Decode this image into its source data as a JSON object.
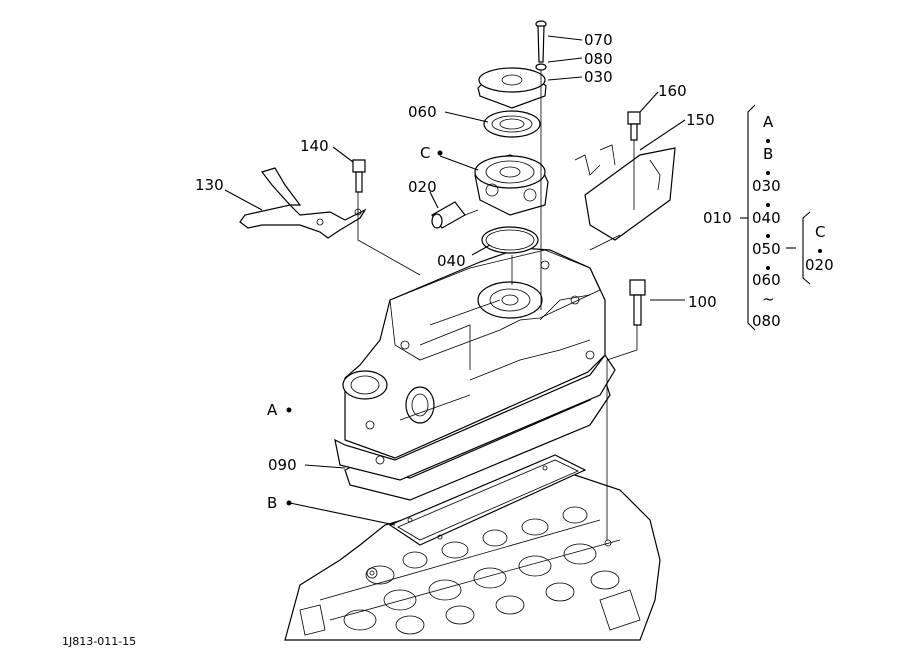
{
  "labels": {
    "p070": "070",
    "p080": "080",
    "p030": "030",
    "p060": "060",
    "p160": "160",
    "p150": "150",
    "p140": "140",
    "pC": "C",
    "p020": "020",
    "p130": "130",
    "p040": "040",
    "p100": "100",
    "pA": "A",
    "p090": "090",
    "pB": "B"
  },
  "assembly_key": {
    "group_label": "010",
    "items": [
      "A",
      "B",
      "030",
      "040",
      "050",
      "060",
      "080"
    ],
    "range_sign": "~",
    "sub_group": {
      "label": "C",
      "items": [
        "020"
      ]
    }
  },
  "figure_code": "1J813-011-15",
  "colors": {
    "ink": "#000000",
    "paper": "#ffffff"
  }
}
